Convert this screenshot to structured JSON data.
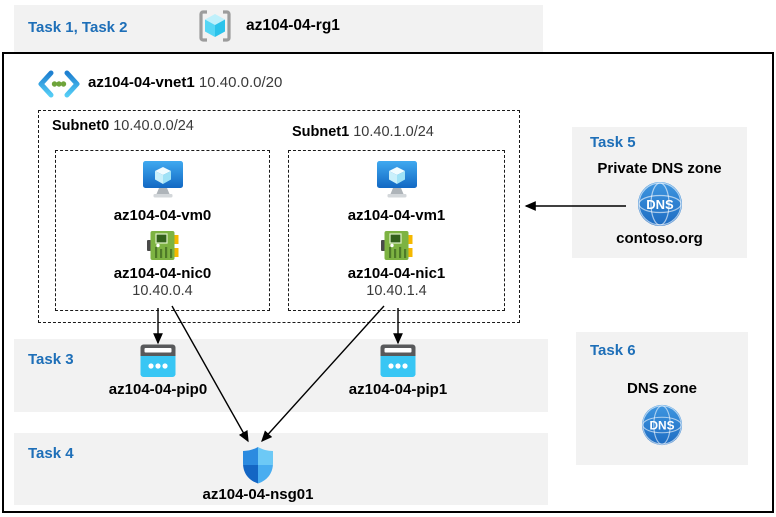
{
  "colors": {
    "task_label_blue": "#1E6FB8",
    "panel_gray": "#F2F2F2",
    "border_black": "#000000",
    "vm_blue": "#2E8DE1",
    "pip_cyan": "#38C6F4",
    "nic_green": "#7DB342",
    "dns_globe_blue": "#2E7FD4"
  },
  "header": {
    "tasks_label": "Task 1, Task 2",
    "resource_group": "az104-04-rg1"
  },
  "vnet": {
    "name": "az104-04-vnet1",
    "cidr": "10.40.0.0/20"
  },
  "subnets": [
    {
      "name": "Subnet0",
      "cidr": "10.40.0.0/24",
      "vm": "az104-04-vm0",
      "nic": "az104-04-nic0",
      "nic_ip": "10.40.0.4"
    },
    {
      "name": "Subnet1",
      "cidr": "10.40.1.0/24",
      "vm": "az104-04-vm1",
      "nic": "az104-04-nic1",
      "nic_ip": "10.40.1.4"
    }
  ],
  "task3": {
    "label": "Task 3",
    "pip0": "az104-04-pip0",
    "pip1": "az104-04-pip1"
  },
  "task4": {
    "label": "Task 4",
    "nsg": "az104-04-nsg01"
  },
  "task5": {
    "label": "Task 5",
    "title": "Private DNS zone",
    "zone": "contoso.org"
  },
  "task6": {
    "label": "Task 6",
    "title": "DNS zone"
  },
  "icons": {
    "dns_label": "DNS"
  }
}
